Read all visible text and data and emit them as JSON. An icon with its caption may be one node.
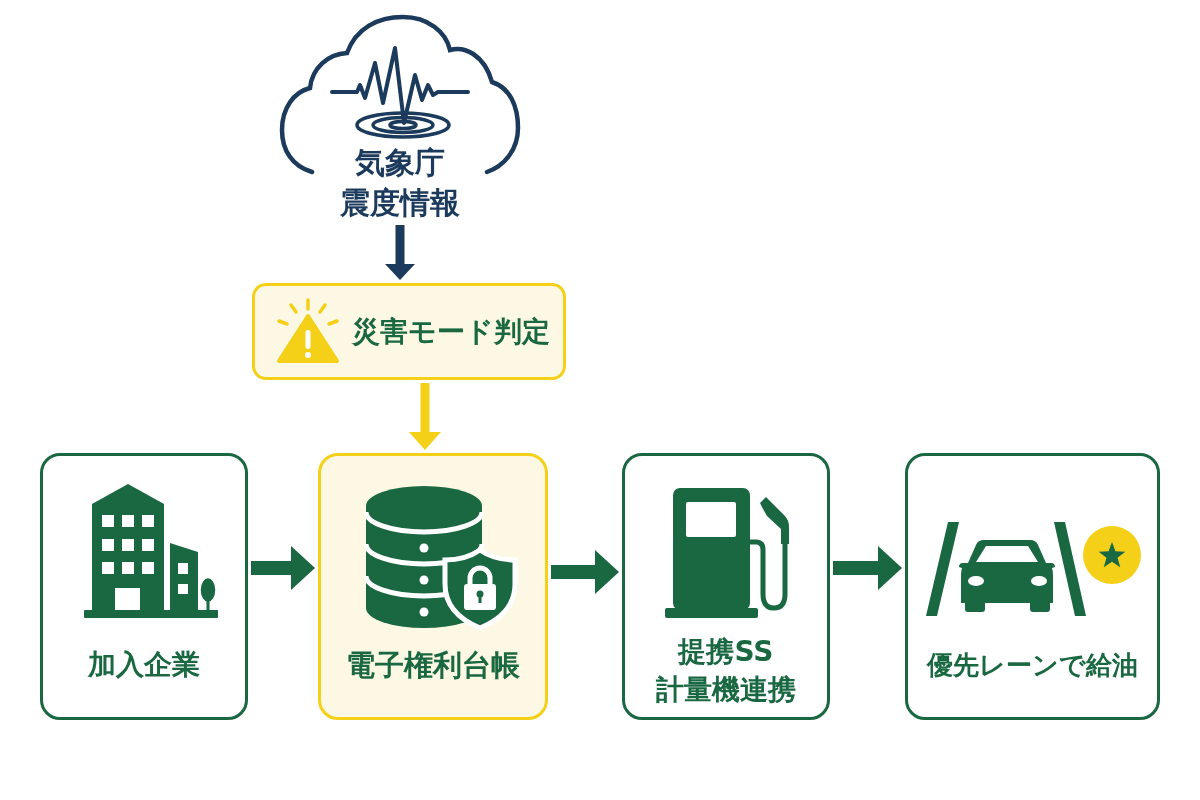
{
  "diagram": {
    "nodes": [
      {
        "text": [
          "気象庁",
          "震度情報"
        ]
      },
      {
        "text": [
          "災害モード判定"
        ]
      },
      {
        "text": [
          "加入企業"
        ]
      },
      {
        "text": [
          "電子権利台帳"
        ]
      },
      {
        "text": [
          "提携SS",
          "計量機連携"
        ]
      },
      {
        "text": [
          "優先レーンで給油"
        ]
      }
    ],
    "edges": [
      {
        "from": 0,
        "to": 1,
        "arrow": "to",
        "color": "#1b3a5c"
      },
      {
        "from": 1,
        "to": 3,
        "arrow": "to",
        "color": "#f4d019"
      },
      {
        "from": 2,
        "to": 3,
        "arrow": "to"
      },
      {
        "from": 3,
        "to": 4,
        "arrow": "to"
      },
      {
        "from": 4,
        "to": 5,
        "arrow": "to"
      }
    ]
  }
}
